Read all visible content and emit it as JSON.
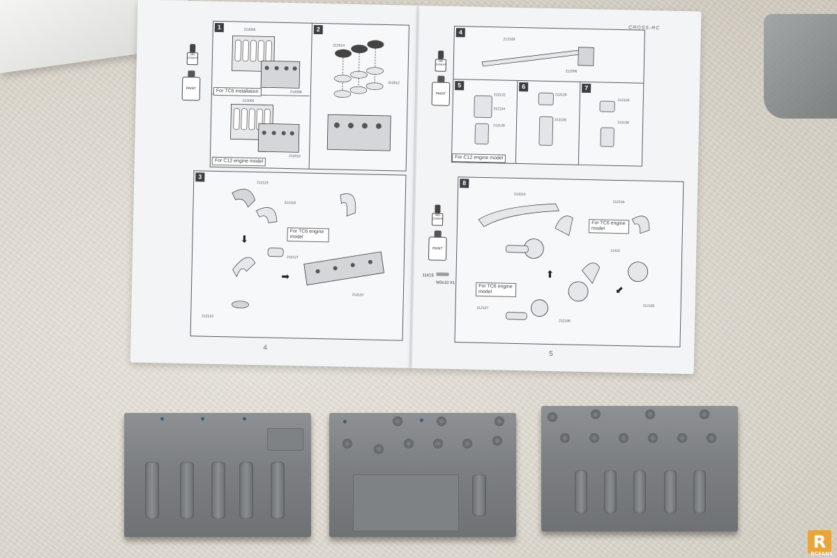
{
  "manual": {
    "brand": "CROSS-RC",
    "left_page_number": "4",
    "right_page_number": "5",
    "steps": {
      "s1": "1",
      "s2": "2",
      "s3": "3",
      "s4": "4",
      "s5": "5",
      "s6": "6",
      "s7": "7",
      "s8": "8"
    },
    "notes": {
      "tc6_install": "For TC6 installation",
      "c12_engine_left": "For C12 engine model",
      "c12_engine_right": "For C12 engine model",
      "tc6_model_3": "For TC6 engine model",
      "tc6_model_8a": "For TC6 engine model",
      "tc6_model_8b": "For TC6 engine model"
    },
    "part_codes": {
      "p1a": "212005",
      "p1b": "212008",
      "p1c": "212005",
      "p1d": "212010",
      "p2a": "212014",
      "p2b": "212012",
      "p3a": "212119",
      "p3b": "212118",
      "p3c": "212127",
      "p3d": "212123",
      "p3e": "212107",
      "p4a": "212109",
      "p4b": "212006",
      "p5a": "212122",
      "p5b": "212124",
      "p5c": "212128",
      "p6a": "212128",
      "p6b": "212126",
      "p7a": "212103",
      "p7b": "212130",
      "p8a": "212013",
      "p8b": "212104",
      "p8c": "11415",
      "p8d": "212105",
      "p8e": "212127",
      "p8f": "212106"
    },
    "hardware": {
      "code": "11415",
      "spec": "M3x10 X1"
    },
    "paint_label": "PAINT",
    "cement_label": "ABS CEMENT"
  },
  "watermark": {
    "letter": "R",
    "text": "RCFANS"
  },
  "colors": {
    "part_grey": "#7c7f82",
    "page": "#f3f4f6",
    "logo": "#e8a53a"
  }
}
